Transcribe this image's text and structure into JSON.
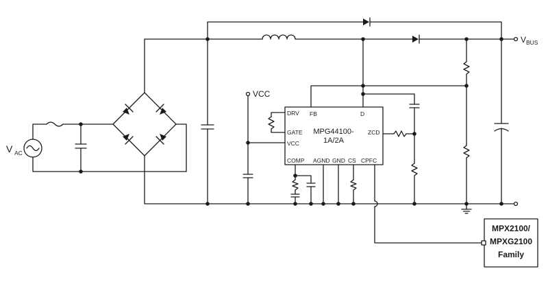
{
  "labels": {
    "vac_main": "V",
    "vac_sub": "AC",
    "vbus_main": "V",
    "vbus_sub": "BUS",
    "vcc": "VCC"
  },
  "ic": {
    "name_line1": "MPG44100-",
    "name_line2": "1A/2A",
    "pins": {
      "drv": "DRV",
      "fb": "FB",
      "d": "D",
      "gate": "GATE",
      "zcd": "ZCD",
      "vcc": "VCC",
      "comp": "COMP",
      "agnd": "AGND",
      "gnd": "GND",
      "cs": "CS",
      "cpfc": "CPFC"
    }
  },
  "mpx": {
    "line1": "MPX2100/",
    "line2": "MPXG2100",
    "line3": "Family"
  }
}
